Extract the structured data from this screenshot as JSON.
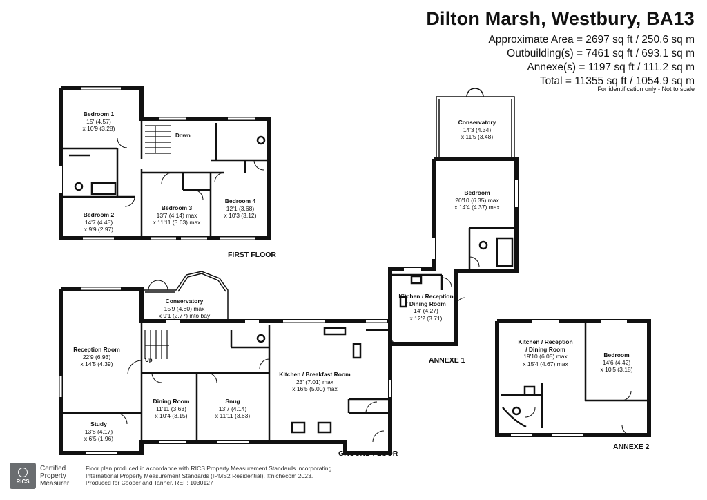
{
  "header": {
    "title": "Dilton Marsh, Westbury, BA13",
    "areas": [
      "Approximate Area = 2697 sq ft / 250.6 sq m",
      "Outbuilding(s) = 7461 sq ft / 693.1 sq m",
      "Annexe(s) = 1197 sq ft / 111.2 sq m",
      "Total = 11355 sq ft / 1054.9 sq m"
    ],
    "disclaimer": "For identification only - Not to scale"
  },
  "floors": {
    "first": "FIRST FLOOR",
    "ground": "GROUND FLOOR",
    "annexe1": "ANNEXE 1",
    "annexe2": "ANNEXE 2"
  },
  "stairs": {
    "down": "Down",
    "up": "Up"
  },
  "rooms": {
    "bedroom1": {
      "name": "Bedroom 1",
      "dims": [
        "15' (4.57)",
        "x 10'9 (3.28)"
      ]
    },
    "bedroom2": {
      "name": "Bedroom 2",
      "dims": [
        "14'7 (4.45)",
        "x 9'9 (2.97)"
      ]
    },
    "bedroom3": {
      "name": "Bedroom 3",
      "dims": [
        "13'7 (4.14) max",
        "x 11'11 (3.63) max"
      ]
    },
    "bedroom4": {
      "name": "Bedroom 4",
      "dims": [
        "12'1 (3.68)",
        "x 10'3 (3.12)"
      ]
    },
    "conservatory_gf": {
      "name": "Conservatory",
      "dims": [
        "15'9 (4.80) max",
        "x 9'1 (2.77) into bay"
      ]
    },
    "reception": {
      "name": "Reception Room",
      "dims": [
        "22'9 (6.93)",
        "x 14'5 (4.39)"
      ]
    },
    "study": {
      "name": "Study",
      "dims": [
        "13'8 (4.17)",
        "x 6'5 (1.96)"
      ]
    },
    "dining": {
      "name": "Dining Room",
      "dims": [
        "11'11 (3.63)",
        "x 10'4 (3.15)"
      ]
    },
    "snug": {
      "name": "Snug",
      "dims": [
        "13'7 (4.14)",
        "x 11'11 (3.63)"
      ]
    },
    "kitchen_breakfast": {
      "name": "Kitchen / Breakfast Room",
      "dims": [
        "23' (7.01) max",
        "x 16'5 (5.00) max"
      ]
    },
    "conservatory_a1": {
      "name": "Conservatory",
      "dims": [
        "14'3 (4.34)",
        "x 11'5 (3.48)"
      ]
    },
    "bedroom_a1": {
      "name": "Bedroom",
      "dims": [
        "20'10 (6.35) max",
        "x 14'4 (4.37) max"
      ]
    },
    "kitchen_a1": {
      "name": "Kitchen / Reception / Dining Room",
      "dims": [
        "14' (4.27)",
        "x 12'2 (3.71)"
      ]
    },
    "kitchen_a2": {
      "name": "Kitchen / Reception / Dining Room",
      "dims": [
        "19'10 (6.05) max",
        "x 15'4 (4.67) max"
      ]
    },
    "bedroom_a2": {
      "name": "Bedroom",
      "dims": [
        "14'6 (4.42)",
        "x 10'5 (3.18)"
      ]
    }
  },
  "footer": {
    "lines": [
      "Floor plan produced in accordance with RICS Property Measurement Standards incorporating",
      "International Property Measurement Standards (IPMS2 Residential). ©nichecom 2023.",
      "Produced for Cooper and Tanner.   REF: 1030127"
    ],
    "badge": {
      "logo_text": "RICS",
      "words": [
        "Certified",
        "Property",
        "Measurer"
      ]
    }
  }
}
